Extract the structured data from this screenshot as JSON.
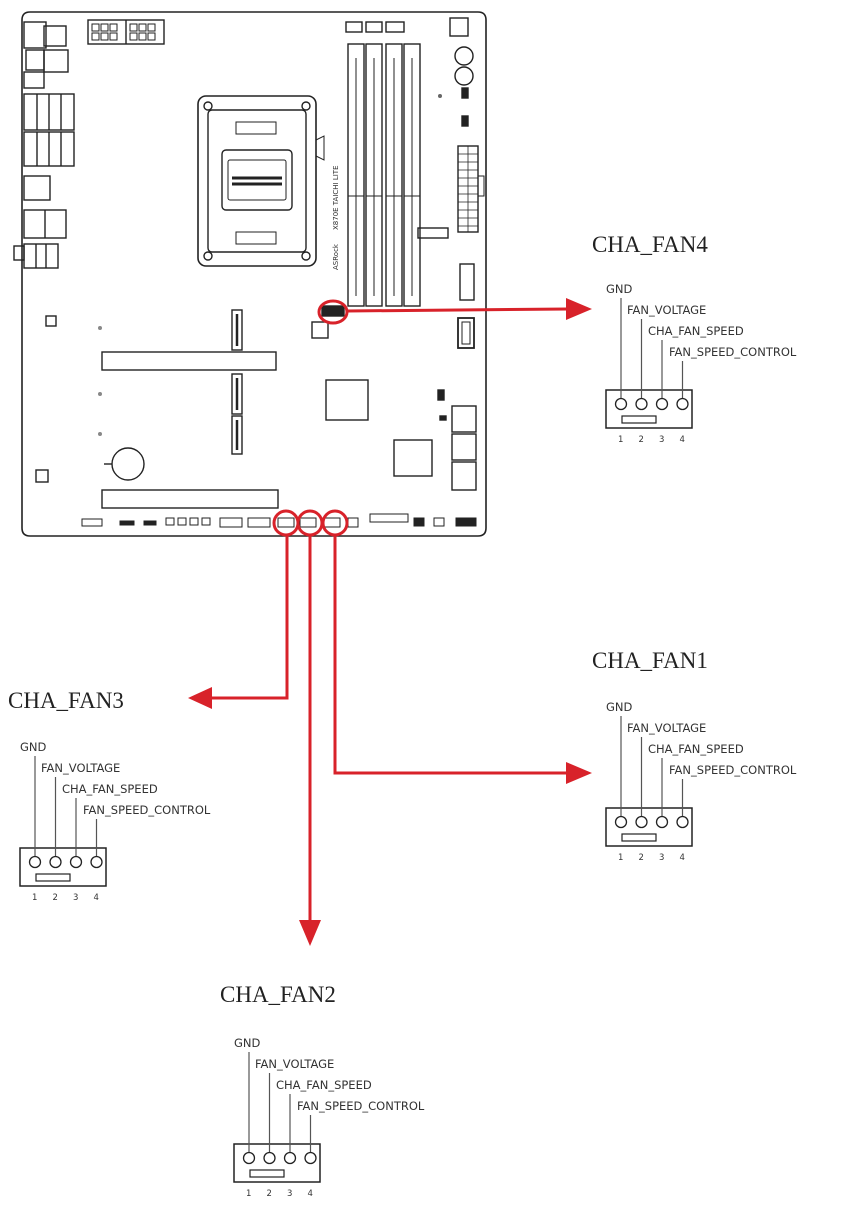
{
  "board": {
    "brand": "ASRock",
    "model": "X870E TAICHI LITE"
  },
  "colors": {
    "callout": "#d8222a",
    "outline": "#222222",
    "pin_line": "#555555"
  },
  "headers": [
    {
      "id": "cha-fan4",
      "title": "CHA_FAN4",
      "pins": [
        {
          "label": "GND",
          "number": "1"
        },
        {
          "label": "FAN_VOLTAGE",
          "number": "2"
        },
        {
          "label": "CHA_FAN_SPEED",
          "number": "3"
        },
        {
          "label": "FAN_SPEED_CONTROL",
          "number": "4"
        }
      ]
    },
    {
      "id": "cha-fan1",
      "title": "CHA_FAN1",
      "pins": [
        {
          "label": "GND",
          "number": "1"
        },
        {
          "label": "FAN_VOLTAGE",
          "number": "2"
        },
        {
          "label": "CHA_FAN_SPEED",
          "number": "3"
        },
        {
          "label": "FAN_SPEED_CONTROL",
          "number": "4"
        }
      ]
    },
    {
      "id": "cha-fan3",
      "title": "CHA_FAN3",
      "pins": [
        {
          "label": "GND",
          "number": "1"
        },
        {
          "label": "FAN_VOLTAGE",
          "number": "2"
        },
        {
          "label": "CHA_FAN_SPEED",
          "number": "3"
        },
        {
          "label": "FAN_SPEED_CONTROL",
          "number": "4"
        }
      ]
    },
    {
      "id": "cha-fan2",
      "title": "CHA_FAN2",
      "pins": [
        {
          "label": "GND",
          "number": "1"
        },
        {
          "label": "FAN_VOLTAGE",
          "number": "2"
        },
        {
          "label": "CHA_FAN_SPEED",
          "number": "3"
        },
        {
          "label": "FAN_SPEED_CONTROL",
          "number": "4"
        }
      ]
    }
  ]
}
